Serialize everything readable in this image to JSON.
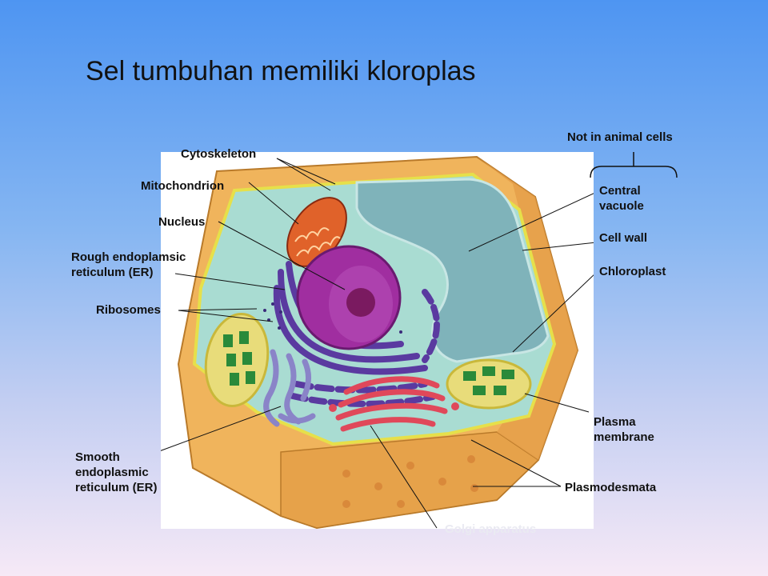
{
  "title": "Sel tumbuhan memiliki kloroplas",
  "labels": {
    "cytoskeleton": "Cytoskeleton",
    "mitochondrion": "Mitochondrion",
    "nucleus": "Nucleus",
    "rough_er": "Rough endoplamsic reticulum (ER)",
    "ribosomes": "Ribosomes",
    "smooth_er": "Smooth endoplasmic reticulum (ER)",
    "golgi": "Golgi apparatus",
    "not_in_animal": "Not in animal cells",
    "central_vacuole": "Central vacuole",
    "cell_wall": "Cell wall",
    "chloroplast": "Chloroplast",
    "plasma_membrane": "Plasma membrane",
    "plasmodesmata": "Plasmodesmata"
  },
  "colors": {
    "background_top": "#4e95f2",
    "background_bottom": "#f6e9f6",
    "cell_wall": "#f0b45c",
    "cytoplasm": "#a9dcd2",
    "vacuole": "#7fb3ba",
    "nucleus": "#a02ea0",
    "mitochondrion": "#e0622a",
    "chloroplast": "#e8dc7a",
    "golgi": "#e0485a",
    "er": "#5a3aa0"
  }
}
